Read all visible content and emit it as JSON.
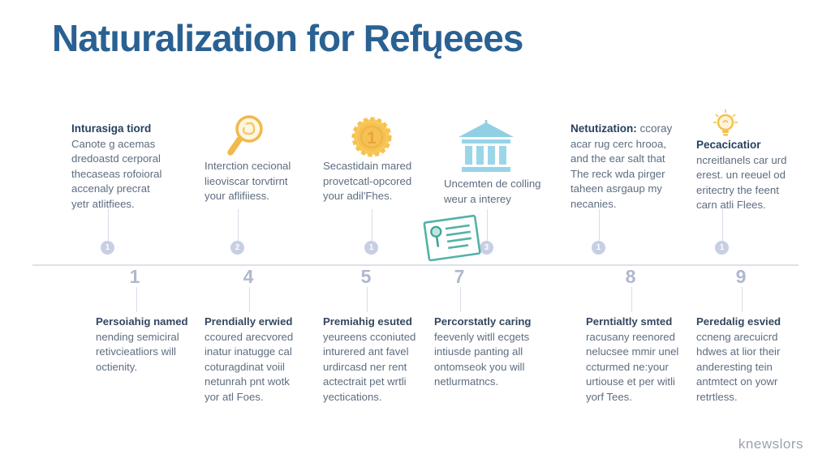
{
  "title": "Natıuralization for Refųeees",
  "watermark": "knewslors",
  "colors": {
    "title_blue": "#2a6192",
    "heading_navy": "#27415f",
    "body_gray": "#5d6d80",
    "accent_gold": "#f1b94c",
    "accent_teal": "#53b2a7",
    "accent_lightblue": "#98d3e6",
    "timeline_gray": "#b0b8ce"
  },
  "top_blocks": [
    {
      "heading": "Inturasiga tiord",
      "heading_rest": "",
      "lines": [
        "Canote g acemas",
        "dredoastd cerporal",
        "thecaseas rofoioral",
        "accenaly precrat",
        "yetr atlitfiees."
      ]
    },
    {
      "icon": "magnifier-icon",
      "lines": [
        "Interction cecional",
        "lieoviscar torvtirnt",
        "your aflifiiess."
      ]
    },
    {
      "icon": "award-badge-icon",
      "badge_number": "1",
      "lines": [
        "Secastidain mared",
        "provetcatl-opcored",
        "your adil'Fhes."
      ]
    },
    {
      "icon": "courthouse-icon",
      "lines": [
        "Uncemten de colling",
        "weur a interey"
      ]
    },
    {
      "heading": "Netutization:",
      "heading_rest": " ccoray",
      "lines": [
        "acar rug cerc hrooa,",
        "and the ear salt that",
        "The reck wda pirger",
        "taheen asrgaup my",
        "necanies."
      ]
    },
    {
      "icon": "lightbulb-icon",
      "heading": "Pecacicatior",
      "heading_rest": "",
      "lines": [
        "ncreitlanels car urd",
        "erest. un reeuel od",
        "eritectry the feent",
        "carn atli Flees."
      ]
    }
  ],
  "timeline": {
    "markers": [
      {
        "circle": "1",
        "number": "1"
      },
      {
        "circle": "2",
        "number": "4"
      },
      {
        "circle": "1",
        "number": "5"
      },
      {
        "circle": "3",
        "number": "7"
      },
      {
        "circle": "1",
        "number": "8"
      },
      {
        "circle": "1",
        "number": "9"
      }
    ],
    "center_icon": "certificate-icon"
  },
  "bottom_blocks": [
    {
      "lines": [
        "Persoiahig named",
        "nending semiciral",
        "retivcieatliors will",
        "octienity."
      ]
    },
    {
      "lines": [
        "Prendially erwied",
        "ccoured arecvored",
        "inatur inatugge cal",
        "coturagdinat voiil",
        "netunrah pnt wotk",
        "yor atl Foes."
      ]
    },
    {
      "lines": [
        "Premiahig esuted",
        "yeureens cconiuted",
        "inturered ant favel",
        "urdircasd ner rent",
        "actectrait pet wrtli",
        "yectications."
      ]
    },
    {
      "lines": [
        "Percorstatly caring",
        "feevenly witll ecgets",
        "intiusde panting all",
        "ontomseok you will",
        "netlurmatncs."
      ]
    },
    {
      "lines": [
        "Perntialtly smted",
        "racusany reenored",
        "nelucsee mmir unel",
        "ccturmed ne:your",
        "urtiouse et per witli",
        "yorf Tees."
      ]
    },
    {
      "lines": [
        "Peredalig esvied",
        "ccneng arecuicrd",
        "hdwes at lior their",
        "anderesting tein",
        "antmtect on yowr",
        "retrtless."
      ]
    }
  ]
}
